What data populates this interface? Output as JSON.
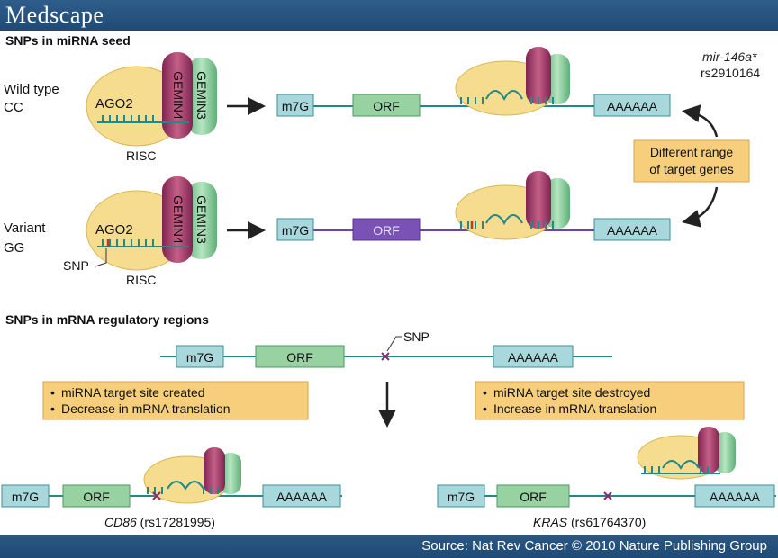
{
  "header": {
    "logo": "Medscape"
  },
  "footer": {
    "source": "Source: Nat Rev Cancer © 2010 Nature Publishing Group"
  },
  "sections": {
    "seed_title": "SNPs in miRNA seed",
    "regulatory_title": "SNPs in mRNA regulatory regions"
  },
  "seed": {
    "wild": {
      "label_line1": "Wild type",
      "label_line2": "CC"
    },
    "variant": {
      "label_line1": "Variant",
      "label_line2": "GG",
      "snp": "SNP"
    },
    "risc": "RISC",
    "ago2": "AGO2",
    "gemin4": "GEMIN4",
    "gemin3": "GEMIN3",
    "mirna_name": "mir-146a*",
    "mirna_id": "rs2910164",
    "range_line1": "Different range",
    "range_line2": "of target genes"
  },
  "mrna": {
    "cap": "m7G",
    "orf": "ORF",
    "tail": "AAAAAA"
  },
  "regulatory": {
    "snp": "SNP",
    "created": [
      "miRNA target site created",
      "Decrease in mRNA translation"
    ],
    "destroyed": [
      "miRNA target site destroyed",
      "Increase in mRNA translation"
    ],
    "cd86_gene": "CD86",
    "cd86_id": " (rs17281995)",
    "kras_gene": "KRAS",
    "kras_id": " (rs61764370)"
  },
  "colors": {
    "header": "#1f4a76",
    "box_teal": "#a9d8dc",
    "box_green": "#98d1a2",
    "box_purple": "#7a52b5",
    "risc_yellow": "#f6dc8e",
    "gemin4": "#a23a66",
    "gemin3": "#7cc58f",
    "note_bg": "#f7cf7c",
    "strand": "#1f8a8a",
    "snp_mark": "#8a2a6a"
  },
  "icons": [
    "arrow-right-icon",
    "arrow-down-icon",
    "curved-arrow-icon",
    "snp-cross-icon"
  ]
}
